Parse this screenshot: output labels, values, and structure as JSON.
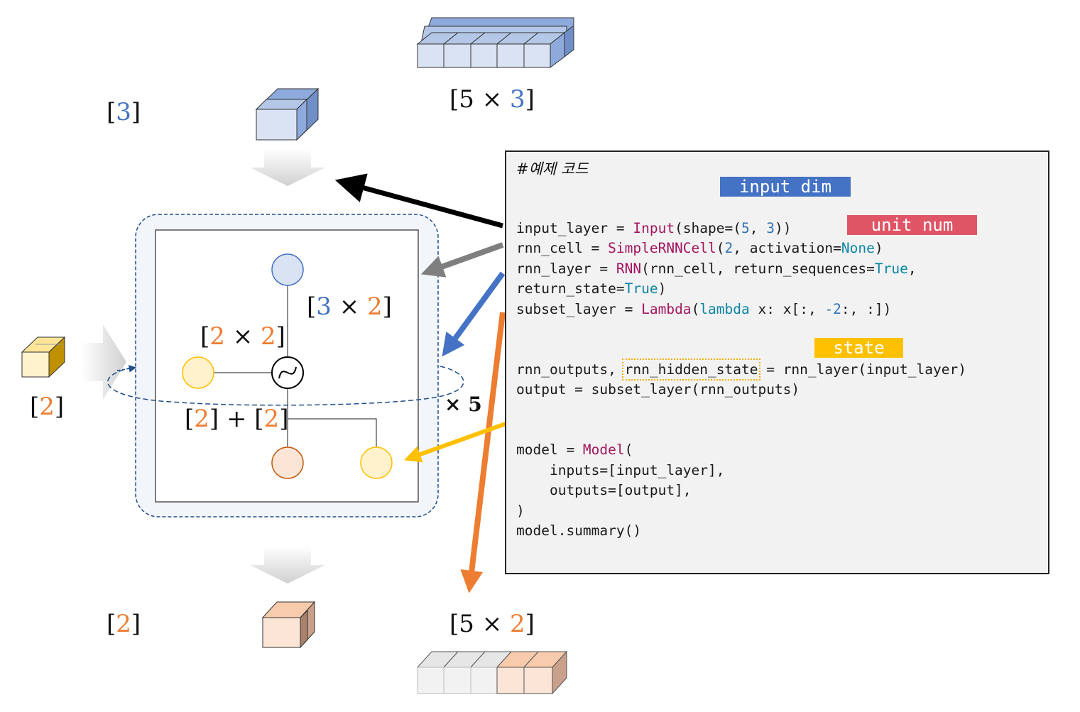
{
  "labels": {
    "input_seq": [
      "[5 × ",
      "3",
      "]"
    ],
    "input_step": [
      "[",
      "3",
      "]"
    ],
    "weight_in": [
      "[",
      "3",
      " × ",
      "2",
      "]"
    ],
    "weight_rec": [
      "[",
      "2",
      " × ",
      "2",
      "]"
    ],
    "state_in": [
      "[",
      "2",
      "]"
    ],
    "concat": [
      "[",
      "2",
      "] + [",
      "2",
      "]"
    ],
    "repeat": "× 5",
    "output_step": [
      "[",
      "2",
      "]"
    ],
    "output_seq": [
      "[5 × ",
      "2",
      "]"
    ]
  },
  "tags": {
    "input_dim": "input dim",
    "unit_num": "unit num",
    "state": "state"
  },
  "code": {
    "comment": "#예제 코드",
    "lines": [
      [
        [
          "input_layer = ",
          ""
        ],
        [
          "Input",
          "cls"
        ],
        [
          "(shape=(",
          ""
        ],
        [
          "5",
          "num"
        ],
        [
          ", ",
          ""
        ],
        [
          "3",
          "num"
        ],
        [
          "))",
          ""
        ]
      ],
      [
        [
          "rnn_cell = ",
          ""
        ],
        [
          "SimpleRNNCell",
          "cls"
        ],
        [
          "(",
          ""
        ],
        [
          "2",
          "num"
        ],
        [
          ", activation=",
          ""
        ],
        [
          "None",
          "kw"
        ],
        [
          ")",
          ""
        ]
      ],
      [
        [
          "rnn_layer = ",
          ""
        ],
        [
          "RNN",
          "cls"
        ],
        [
          "(rnn_cell, return_sequences=",
          ""
        ],
        [
          "True",
          "kw"
        ],
        [
          ",",
          ""
        ]
      ],
      [
        [
          "return_state=",
          ""
        ],
        [
          "True",
          "kw"
        ],
        [
          ")",
          ""
        ]
      ],
      [
        [
          "subset_layer = ",
          ""
        ],
        [
          "Lambda",
          "cls"
        ],
        [
          "(",
          ""
        ],
        [
          "lambda",
          "kw"
        ],
        [
          " x: x[:, ",
          ""
        ],
        [
          "-2",
          "num"
        ],
        [
          ":, :])",
          ""
        ]
      ],
      [
        [
          "",
          ""
        ]
      ],
      [
        [
          "",
          ""
        ]
      ],
      [
        [
          "rnn_outputs, ",
          ""
        ],
        [
          "rnn_hidden_state",
          "box"
        ],
        [
          " = rnn_layer(input_layer)",
          ""
        ]
      ],
      [
        [
          "output = subset_layer(rnn_outputs)",
          ""
        ]
      ],
      [
        [
          "",
          ""
        ]
      ],
      [
        [
          "",
          ""
        ]
      ],
      [
        [
          "model = ",
          ""
        ],
        [
          "Model",
          "cls"
        ],
        [
          "(",
          ""
        ]
      ],
      [
        [
          "    inputs=[input_layer],",
          ""
        ]
      ],
      [
        [
          "    outputs=[output],",
          ""
        ]
      ],
      [
        [
          ")",
          ""
        ]
      ],
      [
        [
          "model.summary()",
          ""
        ]
      ]
    ]
  },
  "colors": {
    "blue": "#4472c4",
    "orange": "#ed7d31",
    "yellow": "#ffc000",
    "pink": "#e05566",
    "node_input": "#dae3f3",
    "node_state": "#fff2cc",
    "node_output": "#fbe5d6",
    "code_bg": "#f2f2f2"
  }
}
